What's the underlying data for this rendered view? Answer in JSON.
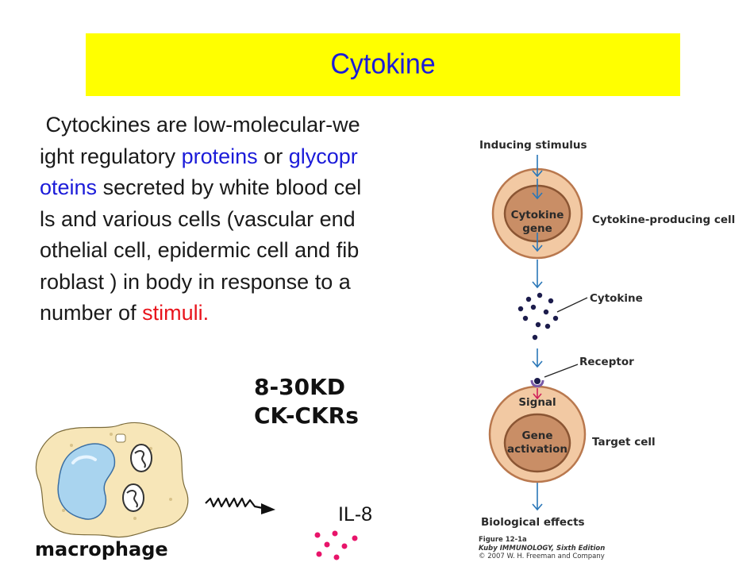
{
  "slide": {
    "title": "Cytokine",
    "paragraph_lines": [
      [
        {
          "t": " Cytockines are low-molecular-we",
          "c": ""
        }
      ],
      [
        {
          "t": "ight regulatory ",
          "c": ""
        },
        {
          "t": "proteins",
          "c": "blue"
        },
        {
          "t": " or ",
          "c": ""
        },
        {
          "t": "glycopr",
          "c": "blue"
        }
      ],
      [
        {
          "t": "oteins",
          "c": "blue"
        },
        {
          "t": " secreted by white blood cel",
          "c": ""
        }
      ],
      [
        {
          "t": "ls and various cells (vascular end",
          "c": ""
        }
      ],
      [
        {
          "t": "othelial cell, epidermic cell and fib",
          "c": ""
        }
      ],
      [
        {
          "t": "roblast ) in body in response to a",
          "c": ""
        }
      ],
      [
        {
          "t": "number of ",
          "c": ""
        },
        {
          "t": "stimuli.",
          "c": "red"
        }
      ]
    ],
    "size_line": "8-30KD",
    "receptor_line": "CK-CKRs",
    "macrophage_label": "macrophage",
    "il8_label": "IL-8",
    "colors": {
      "banner": "#ffff00",
      "title": "#1b1bd9",
      "highlight_blue": "#1b1bd9",
      "highlight_red": "#e8141c"
    }
  },
  "figure": {
    "inducing_stimulus": "Inducing stimulus",
    "cytokine_gene_line1": "Cytokine",
    "cytokine_gene_line2": "gene",
    "producing_cell": "Cytokine-producing cell",
    "cytokine": "Cytokine",
    "receptor": "Receptor",
    "signal": "Signal",
    "gene_line1": "Gene",
    "gene_line2": "activation",
    "target_cell": "Target cell",
    "biological_effects": "Biological effects",
    "caption_line1": "Figure 12-1a",
    "caption_line2": "Kuby IMMUNOLOGY, Sixth Edition",
    "caption_line3": "© 2007 W. H. Freeman and Company"
  }
}
